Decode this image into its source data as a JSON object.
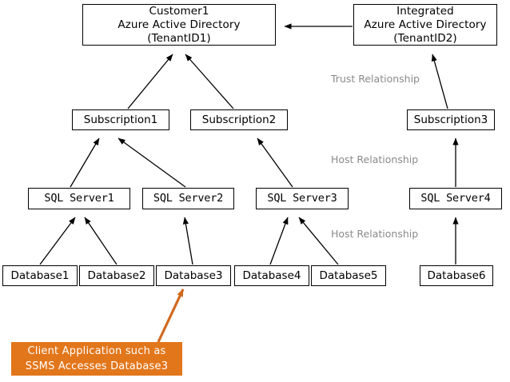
{
  "diagram": {
    "title": "Azure Active Directory tenant, subscription, SQL server and database hierarchy",
    "colors": {
      "line": "#000000",
      "box_border": "#000000",
      "box_fill": "#ffffff",
      "callout_fill": "#E2761B",
      "callout_text": "#ffffff",
      "label_text": "#8a8a8a",
      "highlight_arrow": "#D2691E"
    },
    "tenants": [
      {
        "id": "customer1-aad",
        "line1": "Customer1",
        "line2": "Azure Active Directory",
        "line3": "(TenantID1)",
        "text": "Customer1\nAzure Active Directory\n(TenantID1)"
      },
      {
        "id": "integrated-aad",
        "line1": "Integrated",
        "line2": "Azure Active Directory",
        "line3": "(TenantID2)",
        "text": "Integrated\nAzure Active Directory\n(TenantID2)"
      }
    ],
    "subscriptions": [
      {
        "id": "subscription1",
        "label": "Subscription1"
      },
      {
        "id": "subscription2",
        "label": "Subscription2"
      },
      {
        "id": "subscription3",
        "label": "Subscription3"
      }
    ],
    "servers": [
      {
        "id": "sql-server1",
        "label": "SQL Server1"
      },
      {
        "id": "sql-server2",
        "label": "SQL Server2"
      },
      {
        "id": "sql-server3",
        "label": "SQL Server3"
      },
      {
        "id": "sql-server4",
        "label": "SQL Server4"
      }
    ],
    "databases": [
      {
        "id": "database1",
        "label": "Database1"
      },
      {
        "id": "database2",
        "label": "Database2"
      },
      {
        "id": "database3",
        "label": "Database3"
      },
      {
        "id": "database4",
        "label": "Database4"
      },
      {
        "id": "database5",
        "label": "Database5"
      },
      {
        "id": "database6",
        "label": "Database6"
      }
    ],
    "edge_labels": [
      {
        "id": "trust-relationship",
        "text": "Trust Relationship"
      },
      {
        "id": "host-relationship-1",
        "text": "Host Relationship"
      },
      {
        "id": "host-relationship-2",
        "text": "Host Relationship"
      }
    ],
    "callout": {
      "id": "client-app-callout",
      "line1": "Client Application such as",
      "line2": "SSMS Accesses Database3",
      "text": "Client Application such as\nSSMS Accesses Database3"
    }
  }
}
